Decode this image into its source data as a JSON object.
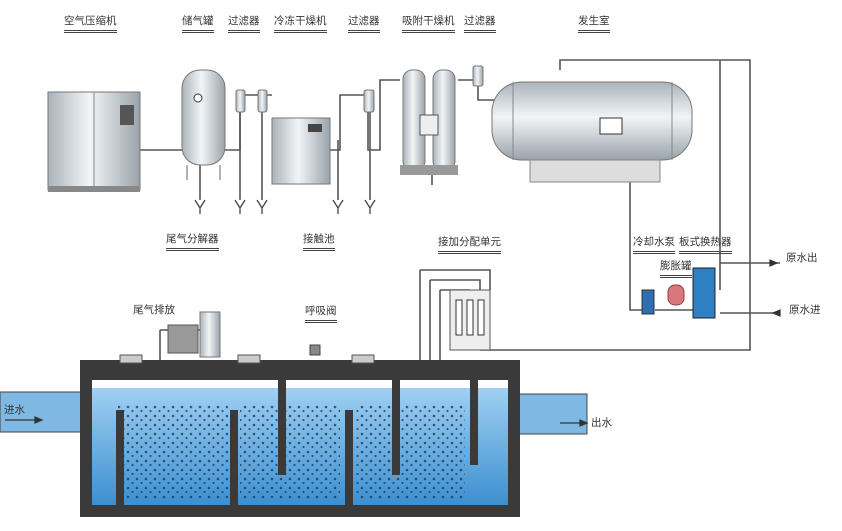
{
  "labels": {
    "air_compressor": "空气压缩机",
    "air_tank": "储气罐",
    "filter_1": "过滤器",
    "freeze_dryer": "冷冻干燥机",
    "filter_2": "过滤器",
    "adsorption_dryer": "吸附干燥机",
    "filter_3": "过滤器",
    "generator_chamber": "发生室",
    "off_gas_destructor": "尾气分解器",
    "contact_tank": "接触池",
    "dosing_distribution_unit": "接加分配单元",
    "cooling_water_pump": "冷却水泵",
    "plate_heat_exchanger": "板式换热器",
    "expansion_tank": "膨胀罐",
    "raw_water_out": "原水出",
    "raw_water_in": "原水进",
    "off_gas_discharge": "尾气排放",
    "breather_valve": "呼吸阀",
    "water_inlet": "进水",
    "water_outlet": "出水"
  },
  "colors": {
    "water": "#5aa6dc",
    "pipe": "#555555",
    "tank_wall": "#3a3a3a",
    "equipment": "#d7dde2",
    "heat_exchanger": "#2f7fc4",
    "expansion_tank": "#d9777a"
  }
}
